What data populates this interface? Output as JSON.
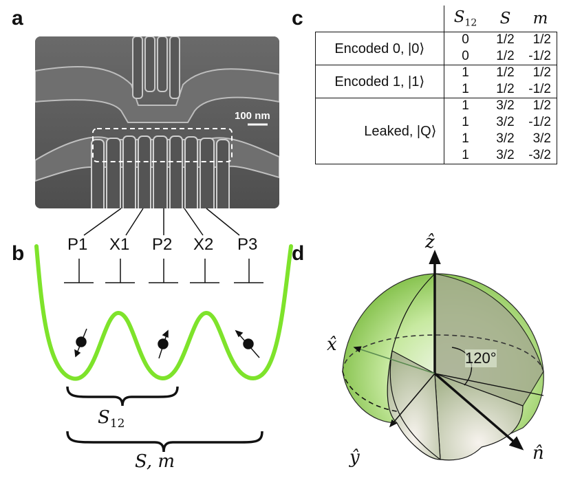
{
  "panels": {
    "a": "a",
    "b": "b",
    "c": "c",
    "d": "d"
  },
  "sem": {
    "scale_bar": "100 nm"
  },
  "gates": [
    "P1",
    "X1",
    "P2",
    "X2",
    "P3"
  ],
  "braces": {
    "s12": "S",
    "s12_sub": "12",
    "sm": "S, m"
  },
  "table": {
    "headers": {
      "s12": "S",
      "s12_sub": "12",
      "s": "S",
      "m": "m"
    },
    "groups": [
      {
        "label": "Encoded 0, |0⟩",
        "rows": [
          [
            "0",
            "1/2",
            "1/2"
          ],
          [
            "0",
            "1/2",
            "-1/2"
          ]
        ]
      },
      {
        "label": "Encoded 1, |1⟩",
        "rows": [
          [
            "1",
            "1/2",
            "1/2"
          ],
          [
            "1",
            "1/2",
            "-1/2"
          ]
        ]
      },
      {
        "label": "Leaked, |Q⟩",
        "rows": [
          [
            "1",
            "3/2",
            "1/2"
          ],
          [
            "1",
            "3/2",
            "-1/2"
          ],
          [
            "1",
            "3/2",
            "3/2"
          ],
          [
            "1",
            "3/2",
            "-3/2"
          ]
        ]
      }
    ]
  },
  "sphere": {
    "z": "ẑ",
    "x": "x̂",
    "y": "ŷ",
    "n": "n̂",
    "angle": "120°"
  },
  "colors": {
    "well": "#7ee32b",
    "sphere": "#a8e070"
  }
}
